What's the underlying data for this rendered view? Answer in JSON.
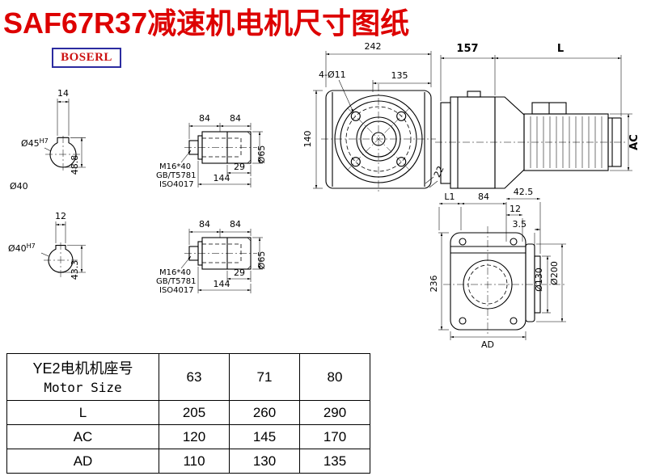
{
  "colors": {
    "title": "#dd0000",
    "logo_text": "#cc1111",
    "logo_border": "#2b2ba0",
    "line": "#000000"
  },
  "header": {
    "title": "SAF67R37减速机电机尺寸图纸",
    "logo": "BOSERL"
  },
  "views": {
    "shaft_end_1": {
      "width": "14",
      "dia": "Ø45",
      "tol": "H7",
      "height": "48.8",
      "od": "Ø40"
    },
    "shaft_end_2": {
      "width": "12",
      "dia": "Ø40",
      "tol": "H7",
      "height": "43.3"
    },
    "shaft_side": {
      "seg1": "84",
      "seg2": "84",
      "tip": "29",
      "total": "144",
      "dia": "Ø65",
      "bolt": "M16*40",
      "std1": "GB/T5781",
      "std2": "ISO4017"
    },
    "front": {
      "overall_width": "242",
      "hole_span": "135",
      "holes": "4-Ø11",
      "height": "140",
      "gap": "22"
    },
    "side": {
      "gearbox_len": "157",
      "motor_len": "L",
      "motor_dia": "AC"
    },
    "rear": {
      "l1": "L1",
      "w84": "84",
      "w42_5": "42.5",
      "w12": "12",
      "w3_5": "3.5",
      "height": "236",
      "d130": "Ø130",
      "d200": "Ø200",
      "ad": "AD"
    }
  },
  "table": {
    "header_cn": "YE2电机机座号",
    "header_en": "Motor Size",
    "sizes": [
      "63",
      "71",
      "80"
    ],
    "rows": [
      {
        "label": "L",
        "values": [
          "205",
          "260",
          "290"
        ]
      },
      {
        "label": "AC",
        "values": [
          "120",
          "145",
          "170"
        ]
      },
      {
        "label": "AD",
        "values": [
          "110",
          "130",
          "135"
        ]
      }
    ]
  }
}
